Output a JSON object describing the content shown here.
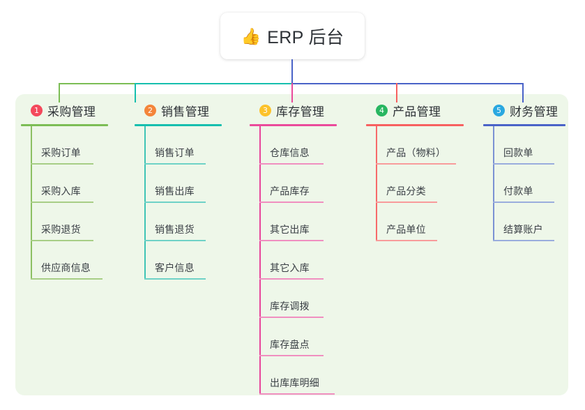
{
  "root": {
    "icon": "thumbs-up-icon",
    "icon_glyph": "👍",
    "label": "ERP 后台"
  },
  "board": {
    "background_color": "#eef7e9"
  },
  "columns": [
    {
      "number": "1",
      "title": "采购管理",
      "badge_color": "#f4495c",
      "rule_color": "#7cbd55",
      "spine_color": "#8cc063",
      "item_rule_color": "#a7ce86",
      "connector_color": "#7cbd55",
      "items": [
        {
          "label": "采购订单"
        },
        {
          "label": "采购入库"
        },
        {
          "label": "采购退货"
        },
        {
          "label": "供应商信息"
        }
      ]
    },
    {
      "number": "2",
      "title": "销售管理",
      "badge_color": "#f4853a",
      "rule_color": "#16bfae",
      "spine_color": "#3fc4b6",
      "item_rule_color": "#6fd2c7",
      "connector_color": "#16bfae",
      "items": [
        {
          "label": "销售订单"
        },
        {
          "label": "销售出库"
        },
        {
          "label": "销售退货"
        },
        {
          "label": "客户信息"
        }
      ]
    },
    {
      "number": "3",
      "title": "库存管理",
      "badge_color": "#fcc22a",
      "rule_color": "#ea4a9b",
      "spine_color": "#e8459a",
      "item_rule_color": "#f08fc0",
      "connector_color": "#ea4a9b",
      "items": [
        {
          "label": "仓库信息"
        },
        {
          "label": "产品库存"
        },
        {
          "label": "其它出库"
        },
        {
          "label": "其它入库"
        },
        {
          "label": "库存调拨"
        },
        {
          "label": "库存盘点"
        },
        {
          "label": "出库库明细"
        }
      ]
    },
    {
      "number": "4",
      "title": "产品管理",
      "badge_color": "#28b661",
      "rule_color": "#f76060",
      "spine_color": "#f76a6a",
      "item_rule_color": "#f89b9b",
      "connector_color": "#f76060",
      "items": [
        {
          "label": "产品（物料）"
        },
        {
          "label": "产品分类"
        },
        {
          "label": "产品单位"
        }
      ]
    },
    {
      "number": "5",
      "title": "财务管理",
      "badge_color": "#2aa8e0",
      "rule_color": "#4a63c8",
      "spine_color": "#7b92d4",
      "item_rule_color": "#9aaddd",
      "connector_color": "#4a63c8",
      "items": [
        {
          "label": "回款单"
        },
        {
          "label": "付款单"
        },
        {
          "label": "结算账户"
        }
      ]
    }
  ],
  "connectors": {
    "root_stem_color": "#4a63c8",
    "bus_segments": [
      {
        "color": "#7cbd55"
      },
      {
        "color": "#16bfae"
      },
      {
        "color": "#4a63c8"
      },
      {
        "color": "#4a63c8"
      }
    ]
  }
}
